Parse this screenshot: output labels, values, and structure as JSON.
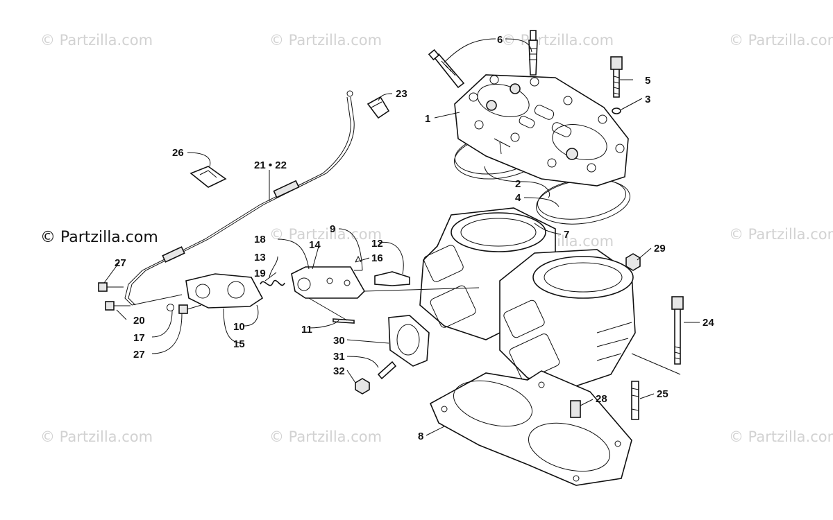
{
  "watermark": {
    "text": "© Partzilla.com",
    "main_text": "© Partzilla.com"
  },
  "diagram": {
    "callouts": [
      "1",
      "2",
      "3",
      "4",
      "5",
      "6",
      "7",
      "8",
      "9",
      "10",
      "11",
      "12",
      "13",
      "14",
      "15",
      "16",
      "17",
      "18",
      "19",
      "20",
      "21 • 22",
      "23",
      "24",
      "25",
      "26",
      "27",
      "27",
      "28",
      "29",
      "30",
      "31",
      "32"
    ]
  },
  "colors": {
    "line": "#111111",
    "watermark": "#d2d2d2",
    "background": "#ffffff"
  }
}
